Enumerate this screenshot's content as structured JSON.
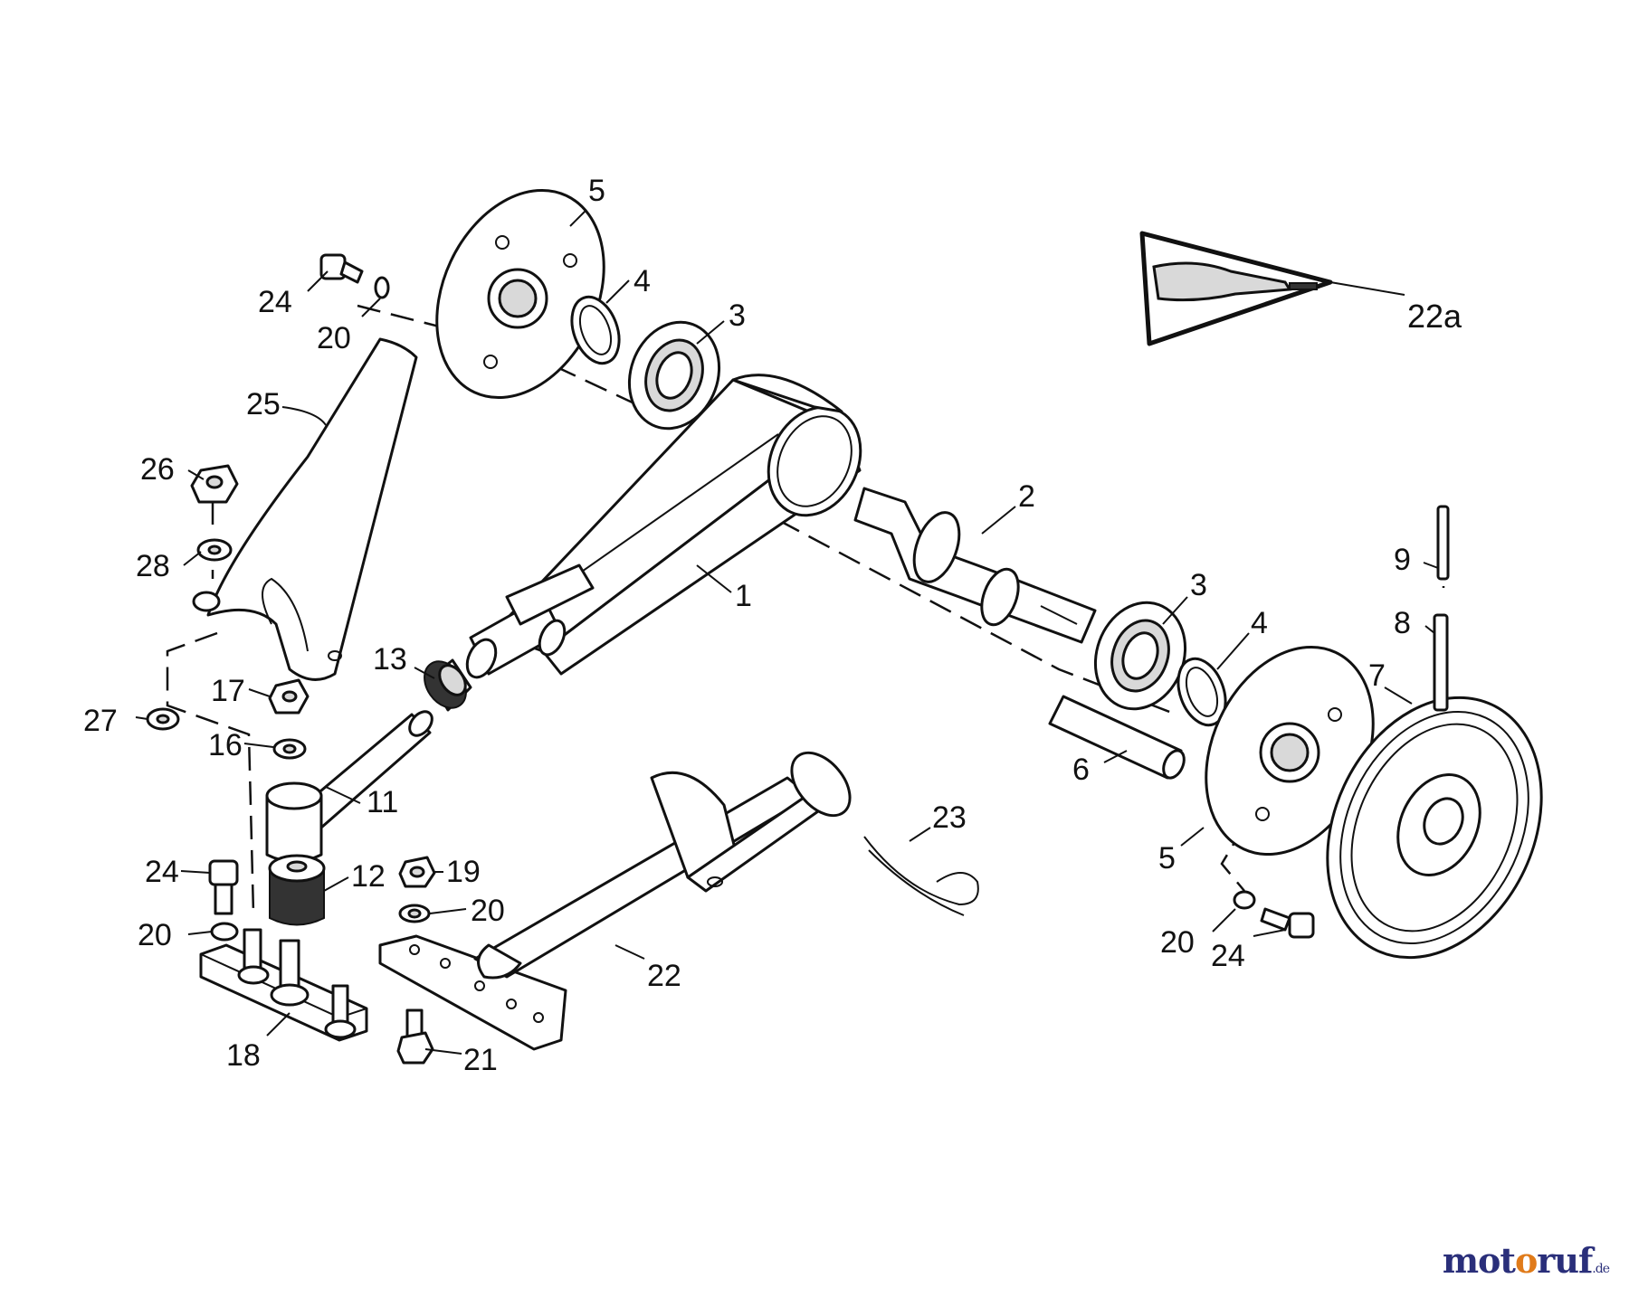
{
  "callouts": {
    "c1": "1",
    "c2": "2",
    "c3a": "3",
    "c3b": "3",
    "c4a": "4",
    "c4b": "4",
    "c5a": "5",
    "c5b": "5",
    "c6": "6",
    "c7": "7",
    "c8": "8",
    "c9": "9",
    "c11": "11",
    "c12": "12",
    "c13": "13",
    "c16": "16",
    "c17": "17",
    "c18": "18",
    "c19": "19",
    "c20a": "20",
    "c20b": "20",
    "c20c": "20",
    "c20d": "20",
    "c21": "21",
    "c22": "22",
    "c22a": "22a",
    "c23": "23",
    "c24a": "24",
    "c24b": "24",
    "c24c": "24",
    "c25": "25",
    "c26": "26",
    "c27": "27",
    "c28": "28"
  },
  "watermark": {
    "part1": "mot",
    "part2": "o",
    "part3": "ruf",
    "part4": ".de"
  },
  "colors": {
    "line": "#111111",
    "brand_blue": "#2a2f7a",
    "brand_orange": "#e07b1a"
  }
}
